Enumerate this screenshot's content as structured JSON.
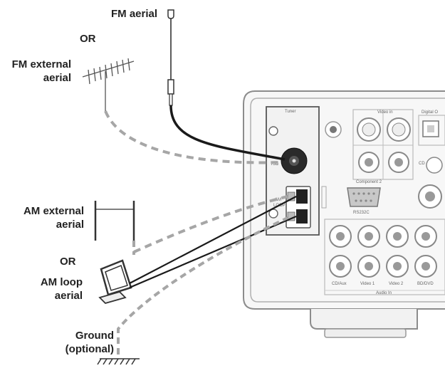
{
  "labels": {
    "fm_aerial": "FM aerial",
    "or_top": "OR",
    "fm_external_line1": "FM external",
    "fm_external_line2": "aerial",
    "am_external_line1": "AM external",
    "am_external_line2": "aerial",
    "or_bottom": "OR",
    "am_loop_line1": "AM loop",
    "am_loop_line2": "aerial",
    "ground_line1": "Ground",
    "ground_line2": "(optional)"
  },
  "device": {
    "tuner_panel_label": "Tuner",
    "fm_socket_label": "75Ω",
    "am_terminal_label_1": "AM",
    "am_terminal_label_2": "LOOP",
    "video_in_label": "Video in",
    "digital_label": "Digital O",
    "component_label": "Component 2",
    "rs232_label": "RS232C",
    "cd_label": "CD",
    "audio_in_label": "Audio In",
    "jack_labels": [
      "CD/Aux",
      "Video 1",
      "Video 2",
      "BD/DVD"
    ]
  },
  "colors": {
    "cable": "#1a1a1a",
    "dashed_lead": "#a6a6a6",
    "device_outline": "#8c8c8c",
    "panel_fill": "#f2f2f2"
  }
}
